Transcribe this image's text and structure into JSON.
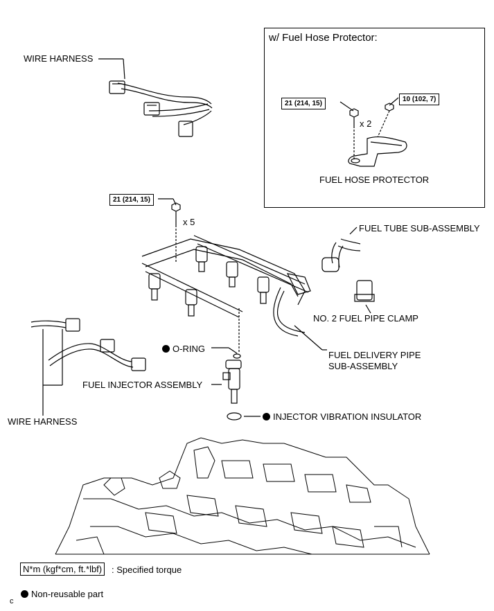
{
  "inset": {
    "title": "w/ Fuel Hose Protector:",
    "torque_left": "21 (214, 15)",
    "torque_right": "10 (102, 7)",
    "count": "x 2",
    "protector_label": "FUEL HOSE PROTECTOR"
  },
  "labels": {
    "wire_harness_top": "WIRE HARNESS",
    "wire_harness_bottom": "WIRE HARNESS",
    "main_torque": "21 (214, 15)",
    "main_count": "x 5",
    "fuel_tube": "FUEL TUBE SUB-ASSEMBLY",
    "no2_clamp": "NO. 2 FUEL PIPE CLAMP",
    "o_ring": "O-RING",
    "delivery_pipe_line1": "FUEL DELIVERY PIPE",
    "delivery_pipe_line2": "SUB-ASSEMBLY",
    "injector": "FUEL INJECTOR ASSEMBLY",
    "insulator": "INJECTOR VIBRATION INSULATOR"
  },
  "legend": {
    "torque_units": "N*m (kgf*cm, ft.*lbf)",
    "torque_desc": ": Specified torque",
    "non_reusable": "Non-reusable part",
    "code": "c"
  }
}
